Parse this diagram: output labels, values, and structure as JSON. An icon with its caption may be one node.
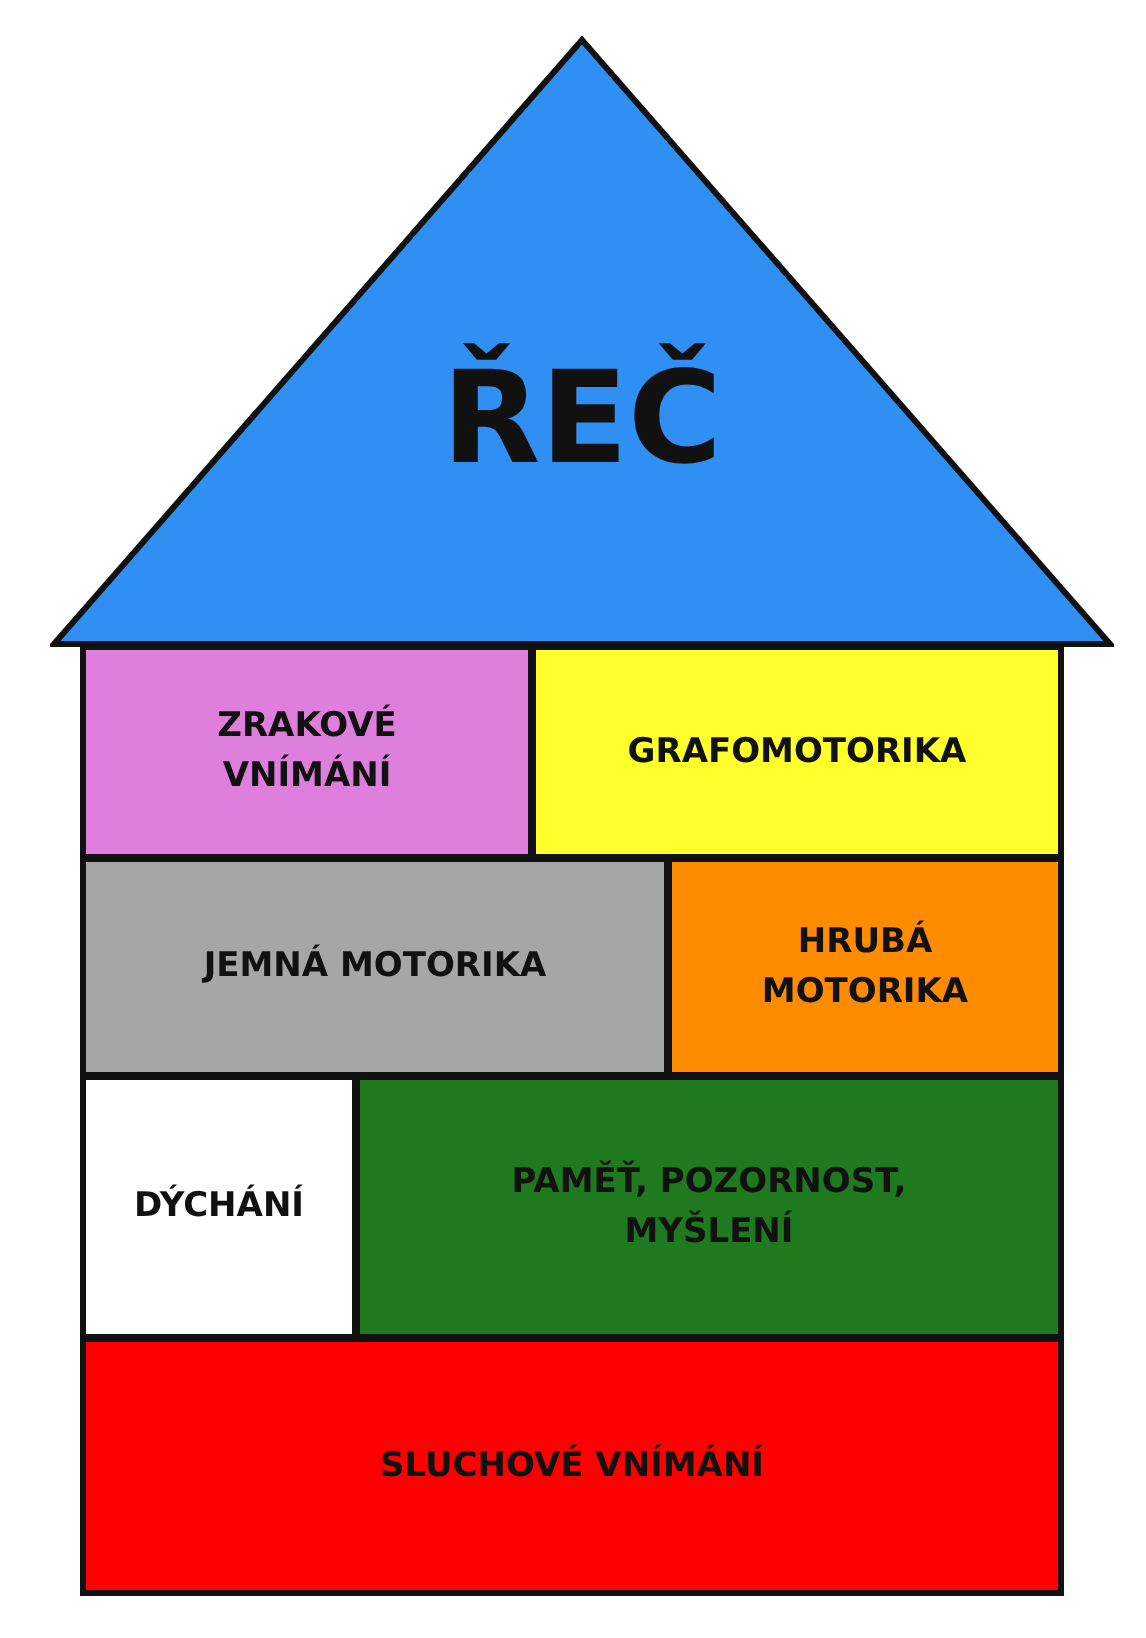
{
  "diagram": {
    "nodes": [
      {
        "text": [
          "ŘEČ"
        ]
      },
      {
        "text": [
          "ZRAKOVÉ VNÍMÁNÍ"
        ]
      },
      {
        "text": [
          "GRAFOMOTORIKA"
        ]
      },
      {
        "text": [
          "JEMNÁ MOTORIKA"
        ]
      },
      {
        "text": [
          "HRUBÁ MOTORIKA"
        ]
      },
      {
        "text": [
          "DÝCHÁNÍ"
        ]
      },
      {
        "text": [
          "PAMĚŤ, POZORNOST, MYŠLENÍ"
        ]
      },
      {
        "text": [
          "SLUCHOVÉ VNÍMÁNÍ"
        ]
      }
    ]
  }
}
